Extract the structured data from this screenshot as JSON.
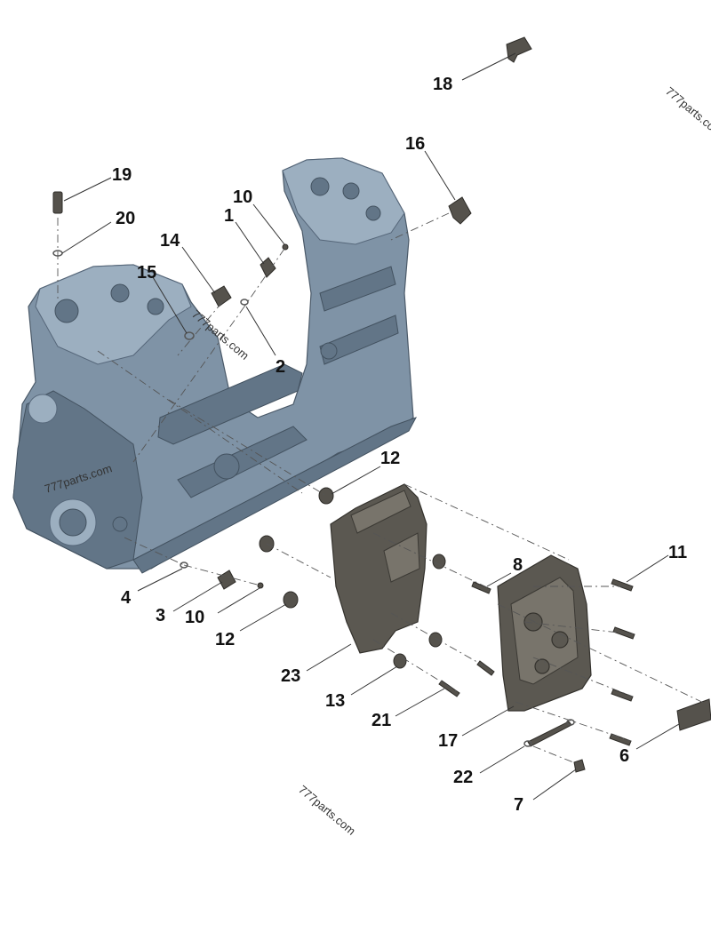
{
  "diagram": {
    "watermark": "777parts.com",
    "callouts": [
      {
        "id": "18",
        "label": "18"
      },
      {
        "id": "16",
        "label": "16"
      },
      {
        "id": "19",
        "label": "19"
      },
      {
        "id": "20",
        "label": "20"
      },
      {
        "id": "10a",
        "label": "10"
      },
      {
        "id": "1",
        "label": "1"
      },
      {
        "id": "14",
        "label": "14"
      },
      {
        "id": "15",
        "label": "15"
      },
      {
        "id": "2",
        "label": "2"
      },
      {
        "id": "12a",
        "label": "12"
      },
      {
        "id": "11",
        "label": "11"
      },
      {
        "id": "8",
        "label": "8"
      },
      {
        "id": "4",
        "label": "4"
      },
      {
        "id": "3",
        "label": "3"
      },
      {
        "id": "10b",
        "label": "10"
      },
      {
        "id": "12b",
        "label": "12"
      },
      {
        "id": "23",
        "label": "23"
      },
      {
        "id": "13",
        "label": "13"
      },
      {
        "id": "21",
        "label": "21"
      },
      {
        "id": "17",
        "label": "17"
      },
      {
        "id": "6",
        "label": "6"
      },
      {
        "id": "22",
        "label": "22"
      },
      {
        "id": "7",
        "label": "7"
      }
    ]
  }
}
